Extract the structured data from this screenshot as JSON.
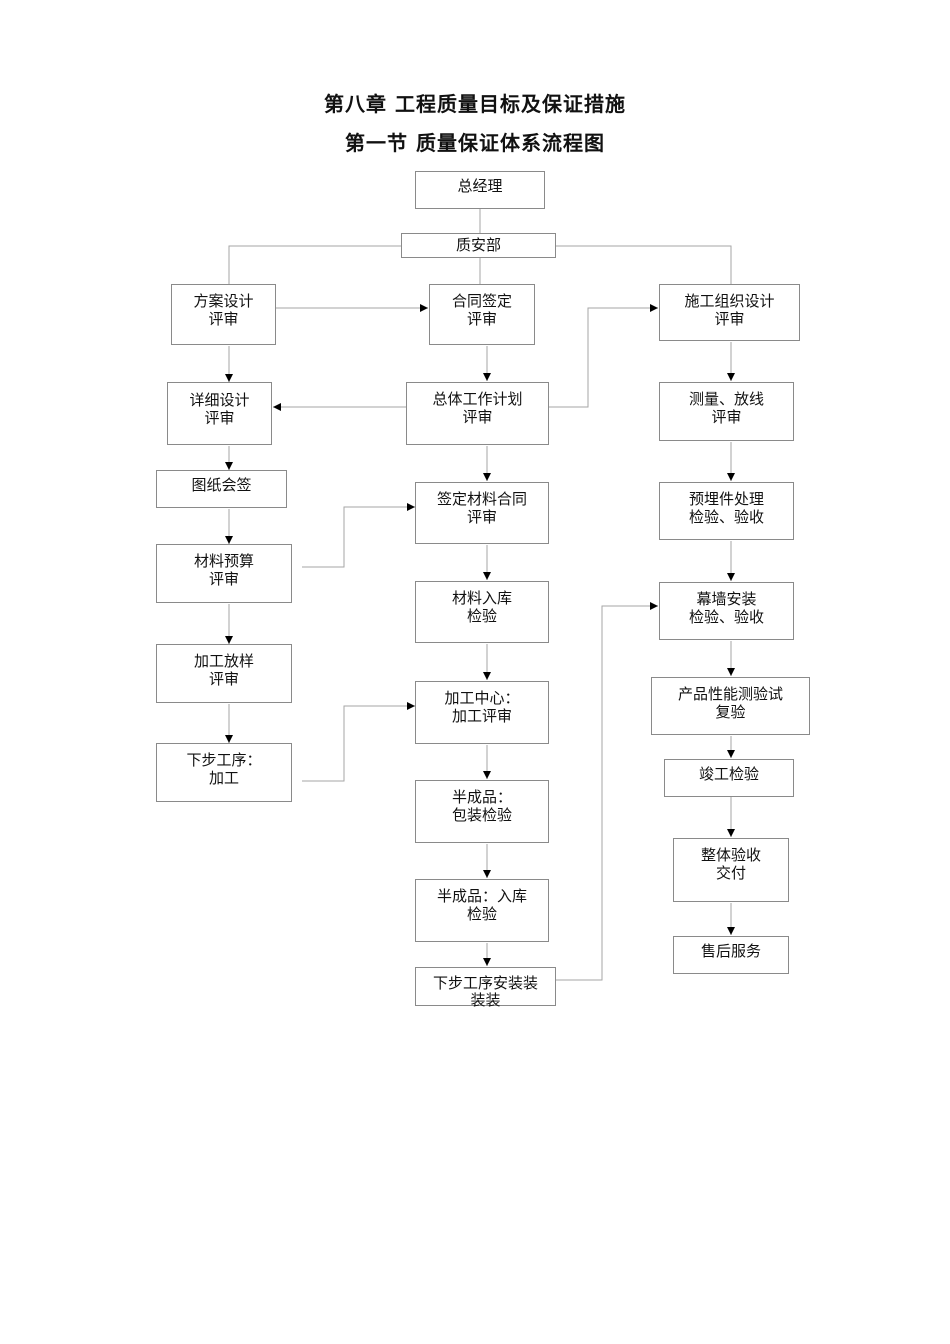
{
  "titles": {
    "chapter": "第八章  工程质量目标及保证措施",
    "section": "第一节  质量保证体系流程图"
  },
  "nodes": {
    "n_gm": [
      "总经理"
    ],
    "n_qa": [
      "质安部"
    ],
    "n_fa": [
      "方案设计",
      "评审"
    ],
    "n_ht": [
      "合同签定",
      "评审"
    ],
    "n_sg": [
      "施工组织设计",
      "评审"
    ],
    "n_xx": [
      "详细设计",
      "评审"
    ],
    "n_zt": [
      "总体工作计划",
      "评审"
    ],
    "n_cl": [
      "测量、放线",
      "评审"
    ],
    "n_tz": [
      "图纸会签"
    ],
    "n_qd": [
      "签定材料合同",
      "评审"
    ],
    "n_ym": [
      "预埋件处理",
      "检验、验收"
    ],
    "n_ys": [
      "材料预算",
      "评审"
    ],
    "n_rk": [
      "材料入库",
      "检验"
    ],
    "n_mq": [
      "幕墙安装",
      "检验、验收"
    ],
    "n_fy": [
      "加工放样",
      "评审"
    ],
    "n_jz": [
      "加工中心：",
      "加工评审"
    ],
    "n_cp": [
      "产品性能测验试",
      "复验"
    ],
    "n_xb": [
      "下步工序：",
      "加工"
    ],
    "n_bz": [
      "半成品：",
      "包装检验"
    ],
    "n_jg": [
      "竣工检验"
    ],
    "n_bc": [
      "半成品：入库",
      "检验"
    ],
    "n_zy": [
      "整体验收",
      "交付"
    ],
    "n_az": [
      "下步工序安装装",
      "装装"
    ],
    "n_sh": [
      "售后服务"
    ]
  }
}
